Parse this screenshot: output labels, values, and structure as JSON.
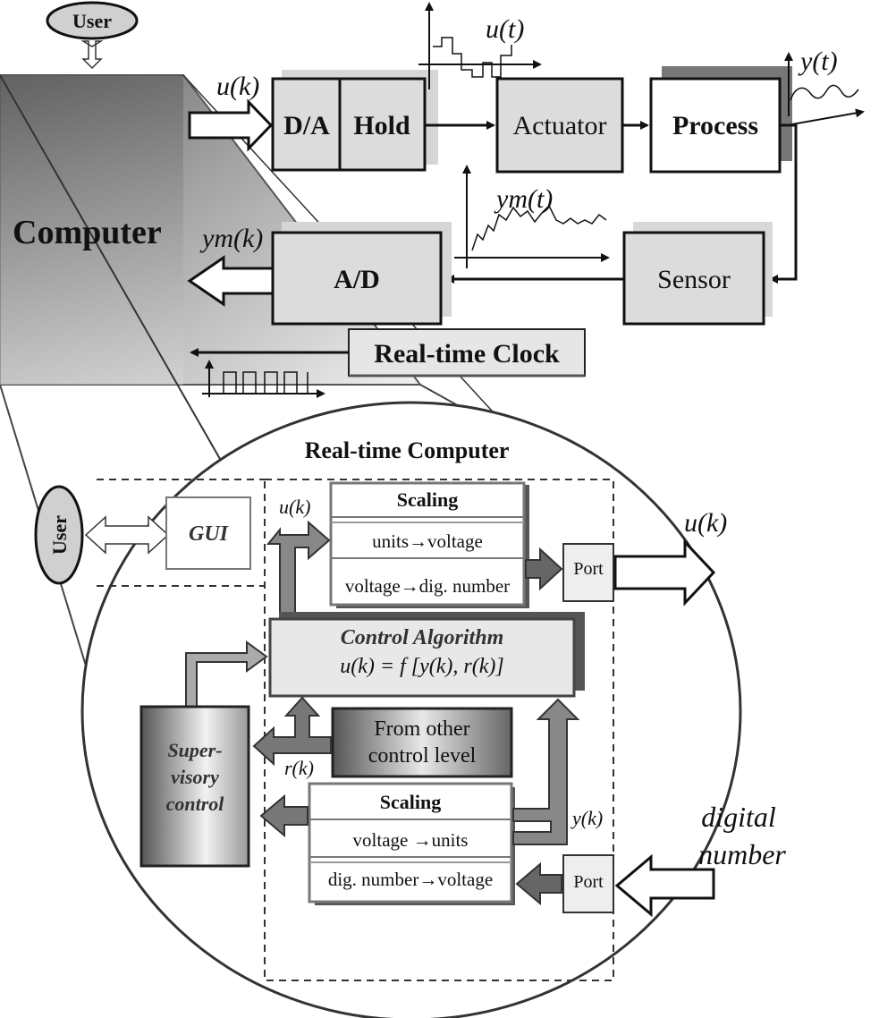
{
  "top": {
    "user": "User",
    "computer": "Computer",
    "da": "D/A",
    "hold": "Hold",
    "actuator": "Actuator",
    "process": "Process",
    "ad": "A/D",
    "sensor": "Sensor",
    "clock": "Real-time Clock",
    "signals": {
      "u_t": "u(t)",
      "y_t": "y(t)",
      "u_k": "u(k)",
      "ym_k": "ym(k)",
      "ym_t": "ym(t)"
    }
  },
  "detail": {
    "title": "Real-time Computer",
    "user": "User",
    "gui": "GUI",
    "scaling_out": {
      "title": "Scaling",
      "row1": "units→voltage",
      "row2": "voltage→dig. number"
    },
    "port_out": "Port",
    "u_k_left": "u(k)",
    "u_k_right": "u(k)",
    "control_algorithm": {
      "title": "Control Algorithm",
      "formula": "u(k) = f [y(k), r(k)]"
    },
    "supervisory": [
      "Super-",
      "visory",
      "control"
    ],
    "other_level": [
      "From other",
      "control level"
    ],
    "r_k": "r(k)",
    "y_k": "y(k)",
    "scaling_in": {
      "title": "Scaling",
      "row1": "voltage →units",
      "row2": "dig. number→voltage"
    },
    "port_in": "Port",
    "digital_number": [
      "digital",
      "number"
    ]
  }
}
